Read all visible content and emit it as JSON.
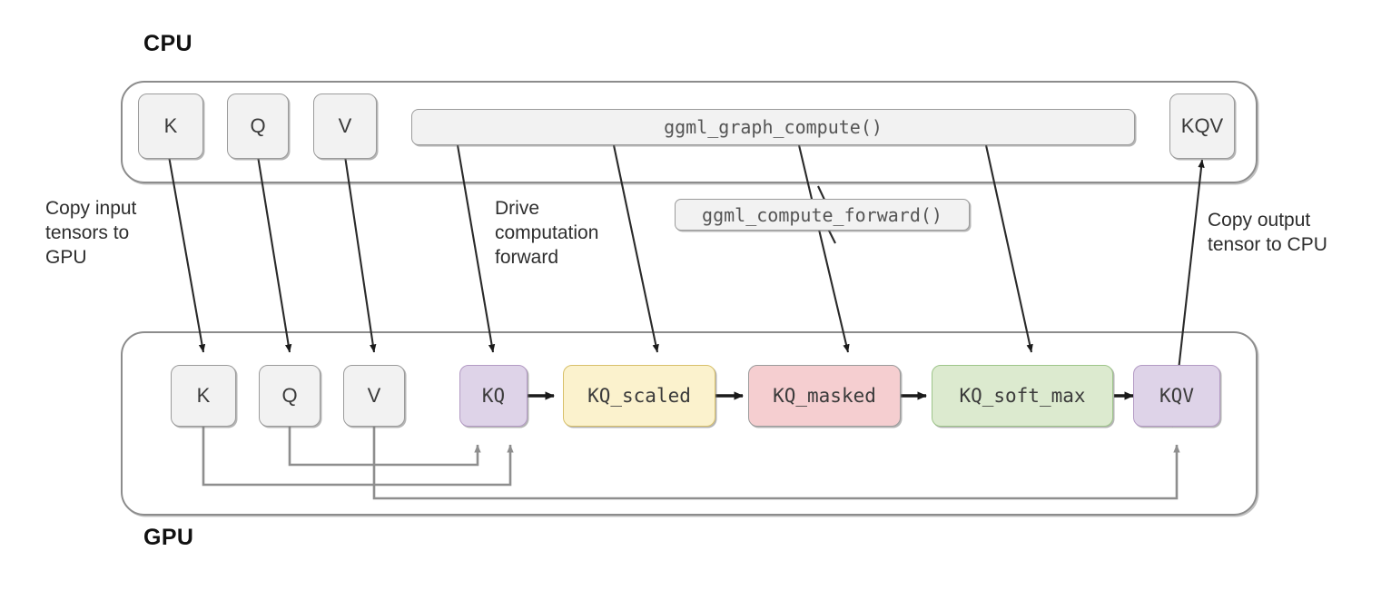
{
  "diagram": {
    "title_cpu": "CPU",
    "title_gpu": "GPU",
    "annotations": {
      "copy_input": "Copy input\ntensors to\nGPU",
      "drive_forward": "Drive\ncomputation\nforward",
      "copy_output": "Copy output\ntensor to CPU"
    },
    "cpu": {
      "label": "CPU",
      "nodes": [
        {
          "id": "cpu-k",
          "label": "K",
          "style": "plain"
        },
        {
          "id": "cpu-q",
          "label": "Q",
          "style": "plain"
        },
        {
          "id": "cpu-v",
          "label": "V",
          "style": "plain"
        },
        {
          "id": "cpu-graph-compute",
          "label": "ggml_graph_compute()",
          "style": "wide-plain"
        },
        {
          "id": "cpu-kqv",
          "label": "KQV",
          "style": "plain"
        }
      ]
    },
    "callout": {
      "id": "ggml-compute-forward",
      "label": "ggml_compute_forward()"
    },
    "gpu": {
      "label": "GPU",
      "nodes": [
        {
          "id": "gpu-k",
          "label": "K",
          "style": "plain"
        },
        {
          "id": "gpu-q",
          "label": "Q",
          "style": "plain"
        },
        {
          "id": "gpu-v",
          "label": "V",
          "style": "plain"
        },
        {
          "id": "gpu-kq",
          "label": "KQ",
          "style": "purple"
        },
        {
          "id": "gpu-kq-scaled",
          "label": "KQ_scaled",
          "style": "yellow"
        },
        {
          "id": "gpu-kq-masked",
          "label": "KQ_masked",
          "style": "pink"
        },
        {
          "id": "gpu-kq-soft-max",
          "label": "KQ_soft_max",
          "style": "green"
        },
        {
          "id": "gpu-kqv",
          "label": "KQV",
          "style": "purple"
        }
      ]
    },
    "colors": {
      "purple_fill": "#ded3e8",
      "purple_border": "#b39ac4",
      "yellow_fill": "#fbf2cd",
      "yellow_border": "#d8c06a",
      "pink_fill": "#f5ced0",
      "pink_border": "#9b9b9b",
      "green_fill": "#dceacf",
      "green_border": "#9ec58a",
      "plain_fill": "#f2f2f2",
      "plain_border": "#9b9b9b",
      "container_border": "#8c8c8c",
      "arrow_dark": "#1a1a1a",
      "arrow_gray": "#8e8e8e",
      "background": "#ffffff"
    },
    "edges": {
      "copy_down": [
        "cpu-k -> gpu-k",
        "cpu-q -> gpu-q",
        "cpu-v -> gpu-v"
      ],
      "drive_forward": [
        "ggml_graph_compute() -> KQ",
        "ggml_graph_compute() -> KQ_scaled",
        "ggml_graph_compute() -> KQ_masked",
        "ggml_graph_compute() -> KQ_soft_max"
      ],
      "pipeline": [
        "KQ -> KQ_scaled",
        "KQ_scaled -> KQ_masked",
        "KQ_masked -> KQ_soft_max",
        "KQ_soft_max -> KQV"
      ],
      "tensor_feeds": [
        "gpu-q -> KQ",
        "gpu-k -> KQ",
        "gpu-v -> KQV"
      ],
      "copy_up": [
        "gpu-kqv -> cpu-kqv"
      ]
    }
  }
}
